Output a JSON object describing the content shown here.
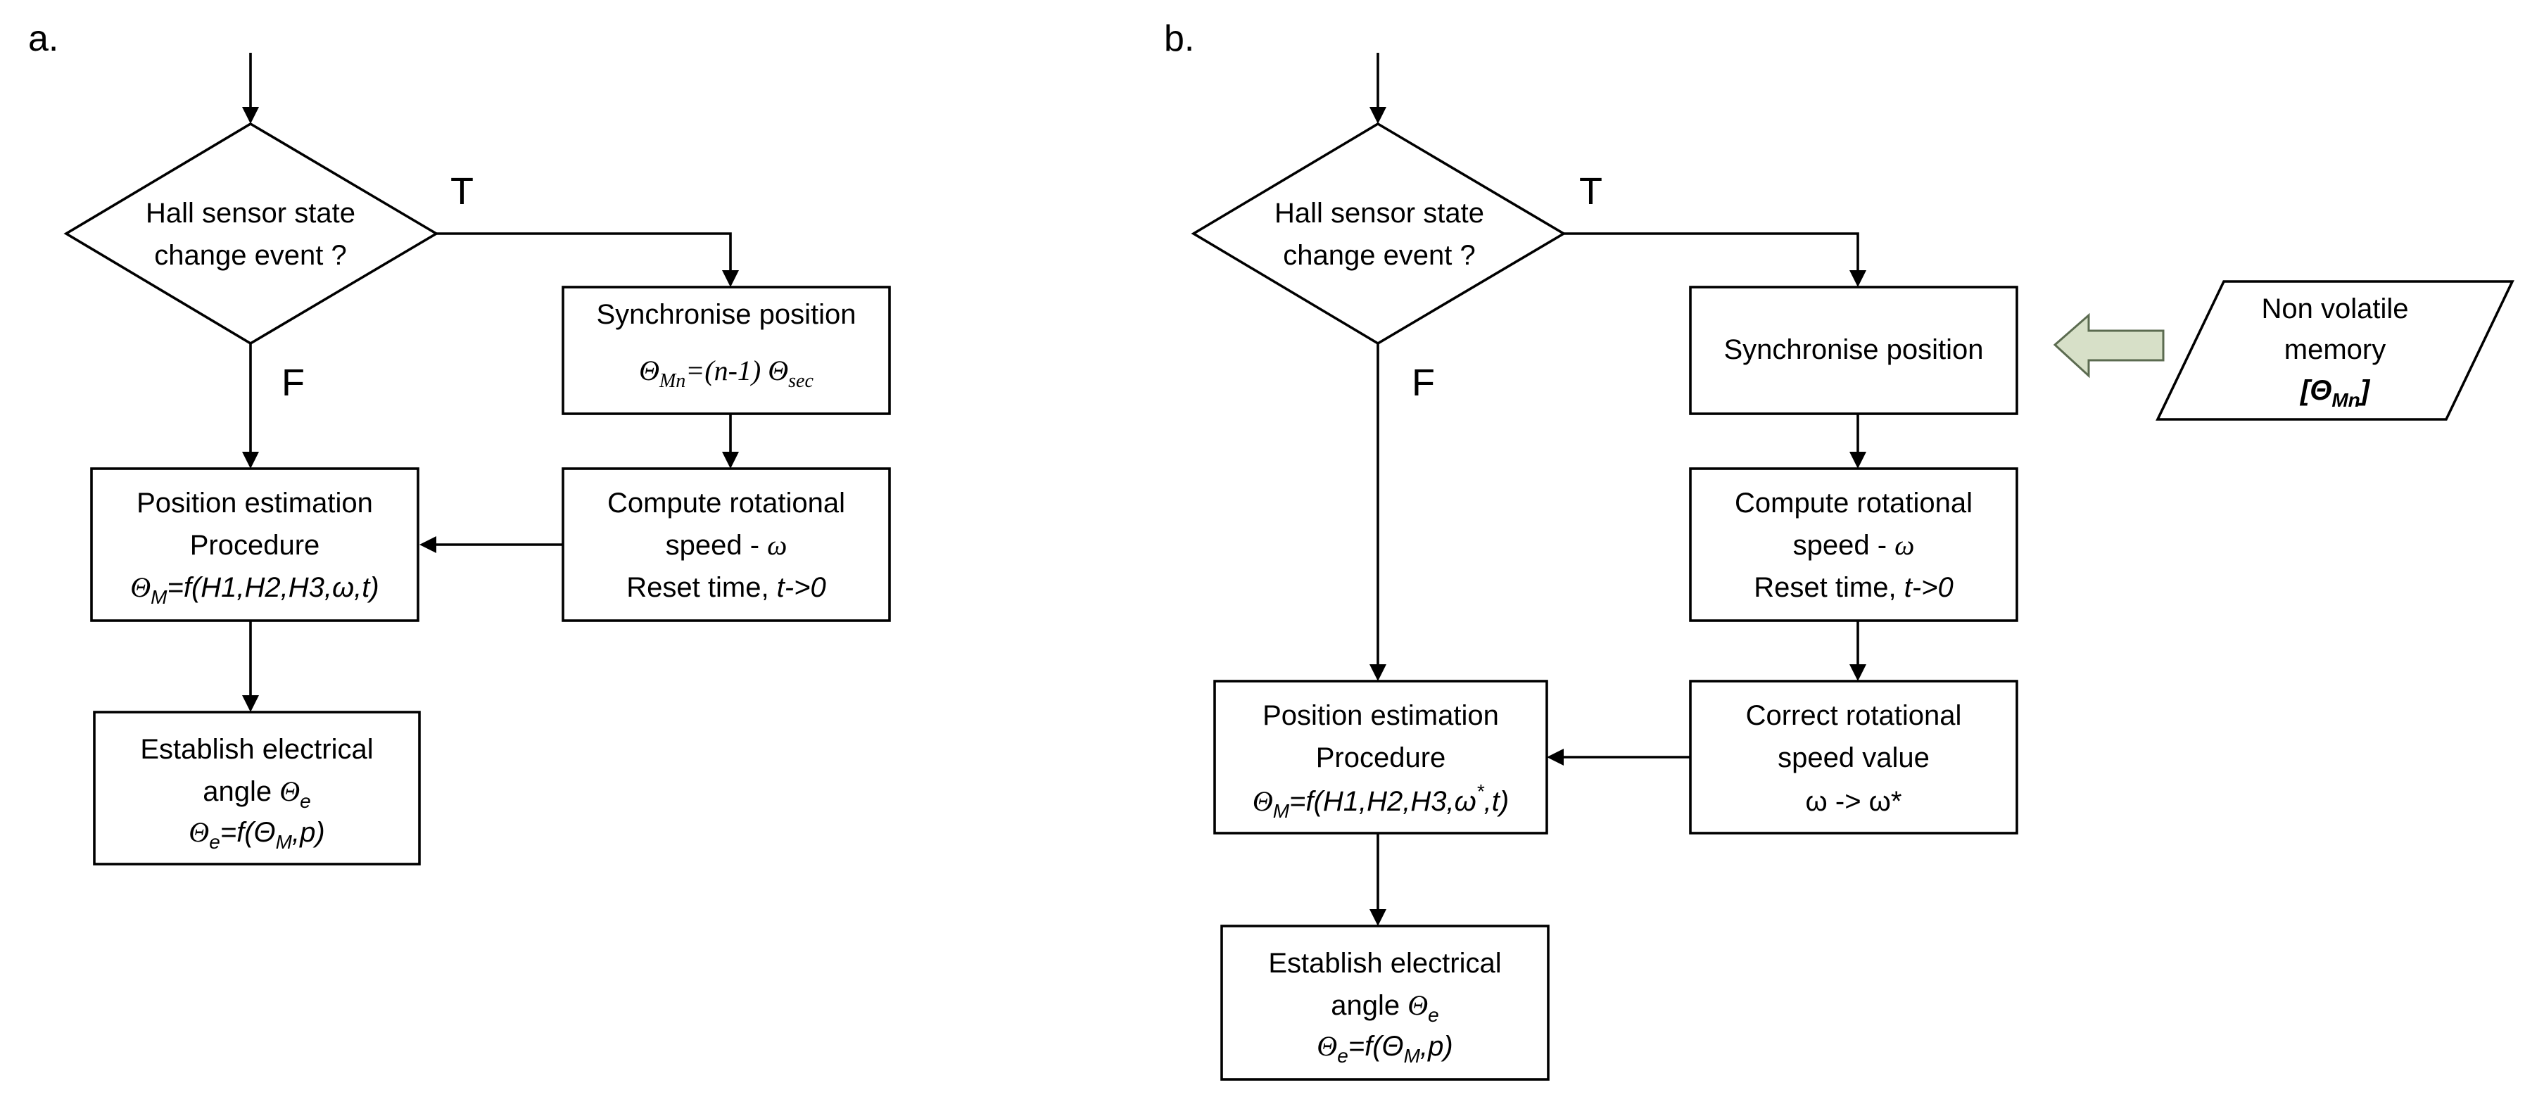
{
  "panel_a": {
    "label": "a.",
    "decision": {
      "line1": "Hall sensor state",
      "line2": "change event ?"
    },
    "true_label": "T",
    "false_label": "F",
    "sync": {
      "line1": "Synchronise position",
      "eq_theta": "Θ",
      "eq_sub": "Mn",
      "eq_mid": "=(n-1) Θ",
      "eq_sub2": "sec"
    },
    "compute": {
      "line1": "Compute rotational",
      "line2_text": "speed - ",
      "line2_sym": "ω",
      "line3_text": "Reset time, ",
      "line3_sym": "t->0"
    },
    "position": {
      "line1": "Position estimation",
      "line2": "Procedure",
      "eq_theta": "Θ",
      "eq_sub": "M",
      "eq_rest": "=f(H1,H2,H3,ω,t)"
    },
    "establish": {
      "line1": "Establish electrical",
      "line2_text": "angle ",
      "line2_theta": "Θ",
      "line2_sub": "e",
      "eq_theta": "Θ",
      "eq_sub": "e",
      "eq_mid": "=f(Θ",
      "eq_sub2": "M",
      "eq_end": ",p)"
    }
  },
  "panel_b": {
    "label": "b.",
    "decision": {
      "line1": "Hall sensor state",
      "line2": "change event ?"
    },
    "true_label": "T",
    "false_label": "F",
    "sync": {
      "line1": "Synchronise position"
    },
    "memory": {
      "line1": "Non volatile",
      "line2": "memory",
      "eq_open": "[Θ",
      "eq_sub": "Mn",
      "eq_close": "]"
    },
    "compute": {
      "line1": "Compute rotational",
      "line2_text": "speed - ",
      "line2_sym": "ω",
      "line3_text": "Reset time, ",
      "line3_sym": "t->0"
    },
    "correct": {
      "line1": "Correct rotational",
      "line2": "speed value",
      "line3": "ω -> ω*"
    },
    "position": {
      "line1": "Position estimation",
      "line2": "Procedure",
      "eq_theta": "Θ",
      "eq_sub": "M",
      "eq_rest": "=f(H1,H2,H3,ω",
      "eq_sup": "*",
      "eq_end": ",t)"
    },
    "establish": {
      "line1": "Establish electrical",
      "line2_text": "angle ",
      "line2_theta": "Θ",
      "line2_sub": "e",
      "eq_theta": "Θ",
      "eq_sub": "e",
      "eq_mid": "=f(Θ",
      "eq_sub2": "M",
      "eq_end": ",p)"
    }
  },
  "colors": {
    "stroke": "#000000",
    "memory_arrow_fill": "#d7e0c8",
    "memory_arrow_stroke": "#5b6b50"
  }
}
